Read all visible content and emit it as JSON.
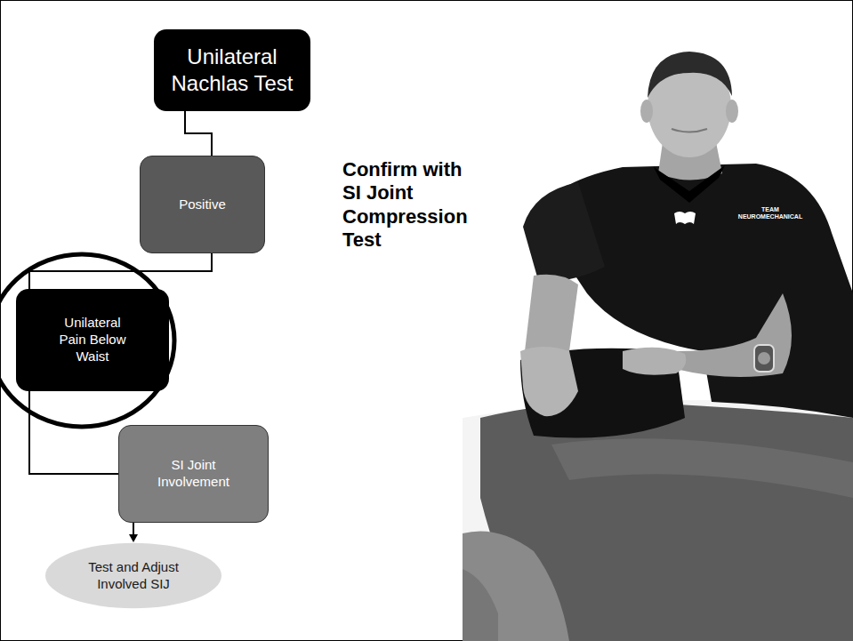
{
  "diagram": {
    "nodes": [
      {
        "text": [
          "Unilateral Nachlas Test"
        ]
      },
      {
        "text": [
          "Positive"
        ]
      },
      {
        "text": [
          "Unilateral Pain Below Waist"
        ]
      },
      {
        "text": [
          "SI Joint Involvement"
        ]
      },
      {
        "text": [
          "Test and Adjust Involved SIJ"
        ]
      }
    ],
    "edges": [
      {
        "from": 0,
        "to": 1,
        "arrow": "none"
      },
      {
        "from": 1,
        "to": 2,
        "arrow": "none"
      },
      {
        "from": 2,
        "to": 3,
        "arrow": "none"
      },
      {
        "from": 3,
        "to": 4,
        "arrow": "to"
      }
    ],
    "labels": [
      "Confirm with SI Joint Compression Test",
      "TEAM NEUROMECHANICAL"
    ]
  }
}
